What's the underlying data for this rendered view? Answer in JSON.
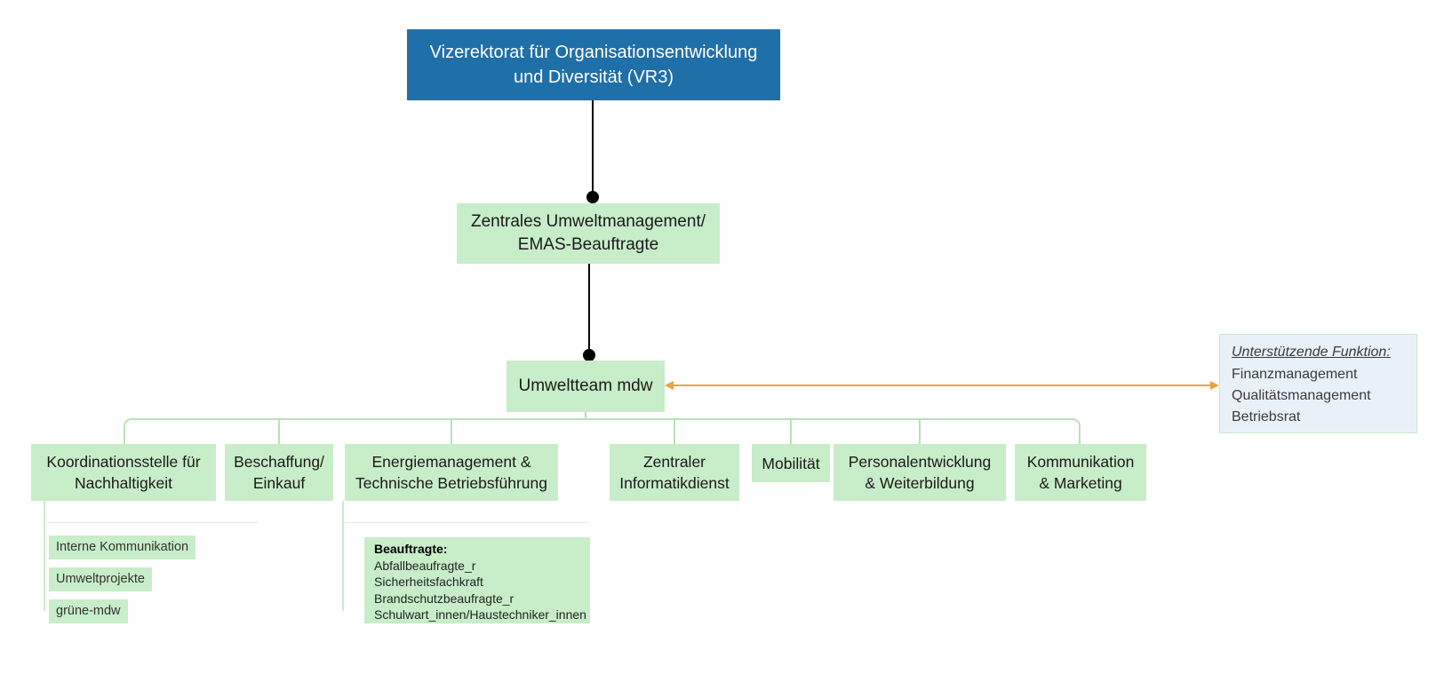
{
  "palette": {
    "root_blue": "#1F6FA8",
    "node_green": "#C8EDC9",
    "connector_green": "#B7E2B8",
    "connector_black": "#000000",
    "arrow_orange": "#E8A33D",
    "support_fill": "#E9F1F8",
    "support_border": "#C6E7CB"
  },
  "chart": {
    "root": {
      "line1": "Vizerektorat für Organisationsentwicklung",
      "line2": "und Diversität (VR3)"
    },
    "emas": {
      "line1": "Zentrales Umweltmanagement/",
      "line2": "EMAS-Beauftragte"
    },
    "team": {
      "label": "Umweltteam mdw"
    },
    "support": {
      "title": "Unterstützende Funktion:",
      "items": [
        "Finanzmanagement",
        "Qualitätsmanagement",
        "Betriebsrat"
      ]
    },
    "children": [
      {
        "line1": "Koordinationsstelle für",
        "line2": "Nachhaltigkeit"
      },
      {
        "line1": "Beschaffung/",
        "line2": "Einkauf"
      },
      {
        "line1": "Energiemanagement &",
        "line2": "Technische Betriebsführung"
      },
      {
        "line1": "Zentraler",
        "line2": "Informatikdienst"
      },
      {
        "line1": "Mobilität"
      },
      {
        "line1": "Personalentwicklung",
        "line2": "& Weiterbildung"
      },
      {
        "line1": "Kommunikation",
        "line2": "& Marketing"
      }
    ],
    "koordination_subitems": [
      "Interne Kommunikation",
      "Umweltprojekte",
      "grüne-mdw"
    ],
    "beauftragte": {
      "title": "Beauftragte:",
      "items": [
        "Abfallbeaufragte_r",
        "Sicherheitsfachkraft",
        "Brandschutzbeaufragte_r",
        "Schulwart_innen/Haustechniker_innen"
      ]
    }
  }
}
